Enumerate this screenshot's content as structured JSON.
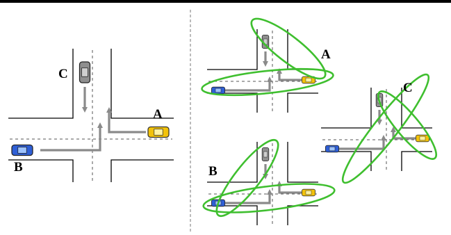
{
  "labels": {
    "car_a": "A",
    "car_b": "B",
    "car_c": "C"
  },
  "colors": {
    "car_a": "#f2c20a",
    "car_b": "#2f5fd6",
    "car_c": "#8f8f8f",
    "paths": "#8a8a8a",
    "ellipses": "#3fbf2f"
  }
}
